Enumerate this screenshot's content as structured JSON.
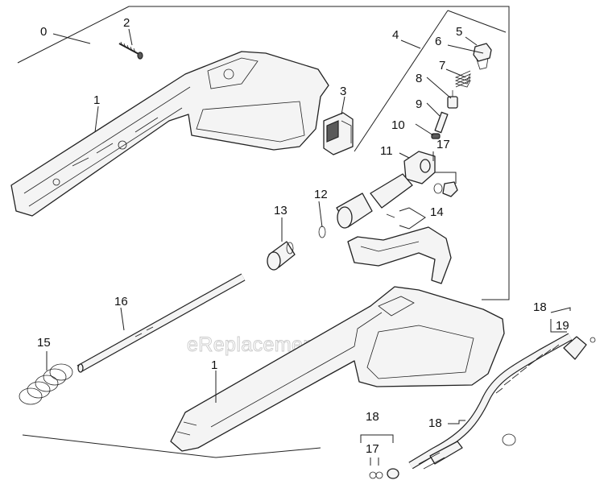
{
  "watermark": "eReplacementParts.com",
  "callouts": {
    "c0": "0",
    "c1a": "1",
    "c1b": "1",
    "c2": "2",
    "c3": "3",
    "c4": "4",
    "c5": "5",
    "c6": "6",
    "c7": "7",
    "c8": "8",
    "c9": "9",
    "c10": "10",
    "c11": "11",
    "c12": "12",
    "c13": "13",
    "c14": "14",
    "c15": "15",
    "c16": "16",
    "c17a": "17",
    "c17b": "17",
    "c18a": "18",
    "c18b": "18",
    "c18c": "18",
    "c19": "19"
  }
}
